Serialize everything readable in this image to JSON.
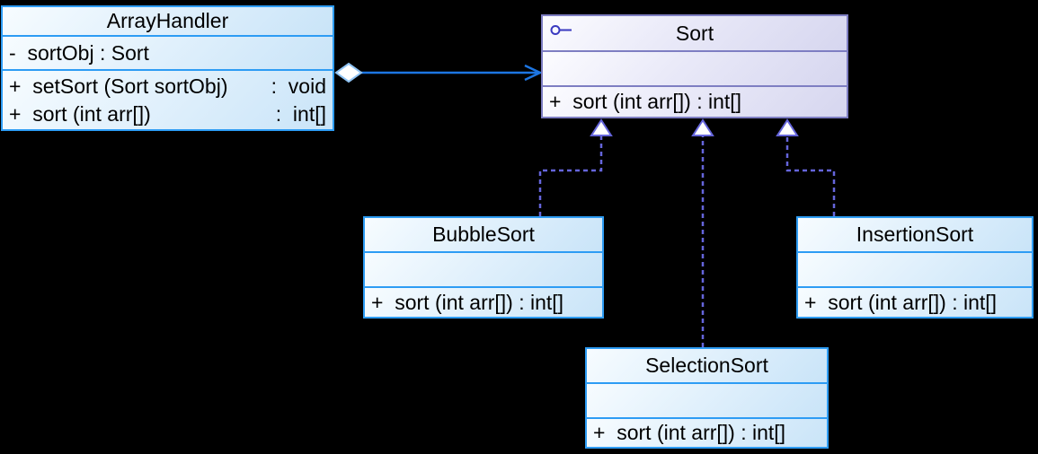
{
  "colors": {
    "background": "#000000",
    "class_border": "#2D9CF4",
    "class_fill_top": "#F7FCFF",
    "class_fill_bottom": "#C9E4F8",
    "interface_border": "#7E7EC2",
    "interface_fill_top": "#FCFCFF",
    "interface_fill_bottom": "#D6D6EF",
    "association_line": "#1D76E3",
    "realization_line": "#6565DB",
    "lollipop_icon": "#3A3AC0",
    "text": "#000000"
  },
  "classes": {
    "array_handler": {
      "title": "ArrayHandler",
      "attributes": [
        "-  sortObj : Sort"
      ],
      "methods": [
        {
          "signature": "+  setSort (Sort sortObj)",
          "return_type": ":  void"
        },
        {
          "signature": "+  sort (int arr[])",
          "return_type": ":  int[]"
        }
      ]
    },
    "sort": {
      "title": "Sort",
      "icon": "interface-lollipop-icon",
      "attributes": [],
      "methods": [
        {
          "signature": "+  sort (int arr[]) : int[]"
        }
      ]
    },
    "bubble_sort": {
      "title": "BubbleSort",
      "attributes": [],
      "methods": [
        {
          "signature": "+  sort (int arr[]) : int[]"
        }
      ]
    },
    "selection_sort": {
      "title": "SelectionSort",
      "attributes": [],
      "methods": [
        {
          "signature": "+  sort (int arr[]) : int[]"
        }
      ]
    },
    "insertion_sort": {
      "title": "InsertionSort",
      "attributes": [],
      "methods": [
        {
          "signature": "+  sort (int arr[]) : int[]"
        }
      ]
    }
  },
  "relationships": [
    {
      "type": "aggregation",
      "from": "ArrayHandler",
      "to": "Sort",
      "line_style": "solid",
      "arrowhead": "open-arrow",
      "tail": "hollow-diamond"
    },
    {
      "type": "realization",
      "from": "BubbleSort",
      "to": "Sort",
      "line_style": "dashed",
      "arrowhead": "hollow-triangle"
    },
    {
      "type": "realization",
      "from": "SelectionSort",
      "to": "Sort",
      "line_style": "dashed",
      "arrowhead": "hollow-triangle"
    },
    {
      "type": "realization",
      "from": "InsertionSort",
      "to": "Sort",
      "line_style": "dashed",
      "arrowhead": "hollow-triangle"
    }
  ]
}
